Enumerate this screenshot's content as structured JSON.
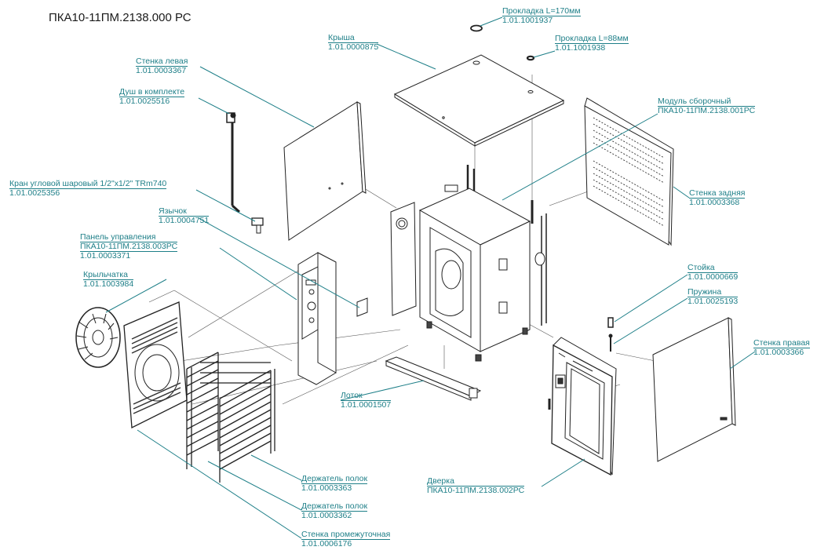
{
  "document_title": "ПКА10-11ПМ.2138.000 РС",
  "colors": {
    "callout": "#1e7f88",
    "lines": "#222222",
    "fill": "#ffffff"
  },
  "callouts": {
    "prokladka_170": {
      "name": "Прокладка L=170мм",
      "code": "1.01.1001937"
    },
    "prokladka_88": {
      "name": "Прокладка L=88мм",
      "code": "1.01.1001938"
    },
    "krysha": {
      "name": "Крыша",
      "code": "1.01.0000875"
    },
    "stenka_levaya": {
      "name": "Стенка левая",
      "code": "1.01.0003367"
    },
    "dush": {
      "name": "Душ в комплекте",
      "code": "1.01.0025516"
    },
    "modul": {
      "name": "Модуль сборочный",
      "code": "ПКА10-11ПМ.2138.001РС"
    },
    "kran": {
      "name": "Кран угловой шаровый 1/2\"x1/2\" TRm740",
      "code": "1.01.0025356"
    },
    "stenka_zadnyaya": {
      "name": "Стенка задняя",
      "code": "1.01.0003368"
    },
    "yazychok": {
      "name": "Язычок",
      "code": "1.01.0004751"
    },
    "panel": {
      "name": "Панель управления",
      "code": "ПКА10-11ПМ.2138.003РС",
      "code2": "1.01.0003371"
    },
    "krylchatka": {
      "name": "Крыльчатка",
      "code": "1.01.1003984"
    },
    "stoyka": {
      "name": "Стойка",
      "code": "1.01.0000669"
    },
    "pruzhina": {
      "name": "Пружина",
      "code": "1.01.0025193"
    },
    "stenka_pravaya": {
      "name": "Стенка правая",
      "code": "1.01.0003366"
    },
    "lotok": {
      "name": "Лоток",
      "code": "1.01.0001507"
    },
    "derzhatel_1": {
      "name": "Держатель полок",
      "code": "1.01.0003363"
    },
    "derzhatel_2": {
      "name": "Держатель полок",
      "code": "1.01.0003362"
    },
    "dverka": {
      "name": "Дверка",
      "code": "ПКА10-11ПМ.2138.002РС"
    },
    "stenka_prom": {
      "name": "Стенка промежуточная",
      "code": "1.01.0006176"
    }
  }
}
